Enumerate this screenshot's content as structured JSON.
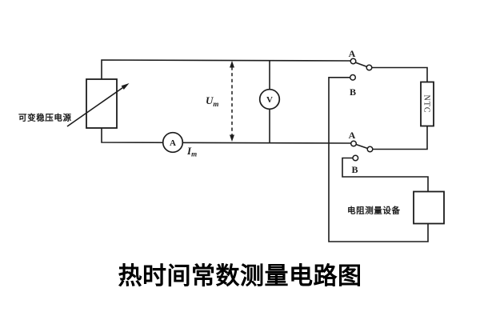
{
  "figure": {
    "title": "热时间常数测量电路图",
    "colors": {
      "line": "#1c1c1c",
      "background": "#ffffff"
    },
    "power_supply": {
      "label": "可变稳压电源"
    },
    "meters": {
      "ammeter_symbol": "A",
      "voltmeter_symbol": "V",
      "current_label": {
        "base": "I",
        "sub": "m"
      },
      "voltage_label": {
        "base": "U",
        "sub": "m"
      }
    },
    "switches": {
      "top": {
        "contact_a": "A",
        "contact_b": "B"
      },
      "bottom": {
        "contact_a": "A",
        "contact_b": "B"
      }
    },
    "ntc": {
      "label": "NTC"
    },
    "resistance_device": {
      "label": "电阻测量设备"
    }
  }
}
